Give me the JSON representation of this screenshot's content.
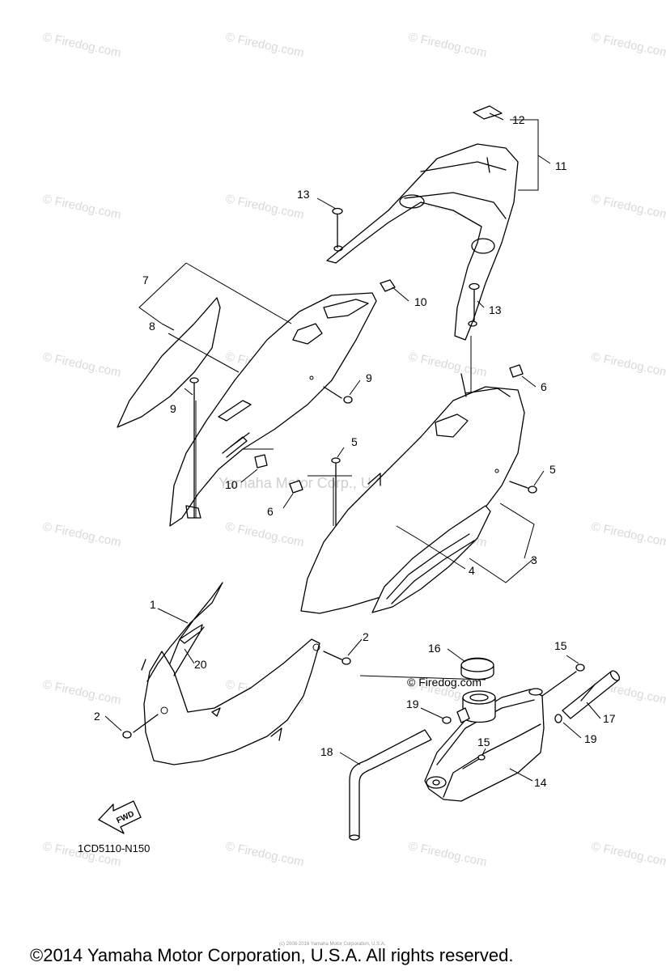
{
  "watermark_text": "© Firedog.com",
  "center_watermark": "Yamaha Motor Corp., U.S.A.",
  "inline_watermark": "© Firedog.com",
  "callouts": [
    "1",
    "2",
    "2",
    "3",
    "4",
    "5",
    "5",
    "6",
    "6",
    "7",
    "8",
    "9",
    "9",
    "10",
    "10",
    "11",
    "12",
    "13",
    "13",
    "14",
    "15",
    "15",
    "16",
    "17",
    "18",
    "19",
    "19",
    "20"
  ],
  "fwd_label": "FWD",
  "drawing_code": "1CD5110-N150",
  "small_copyright": "(c) 2008-2016 Yamaha Motor Corporation, U.S.A.",
  "footer_copyright": "©2014 Yamaha Motor Corporation, U.S.A. All rights reserved."
}
